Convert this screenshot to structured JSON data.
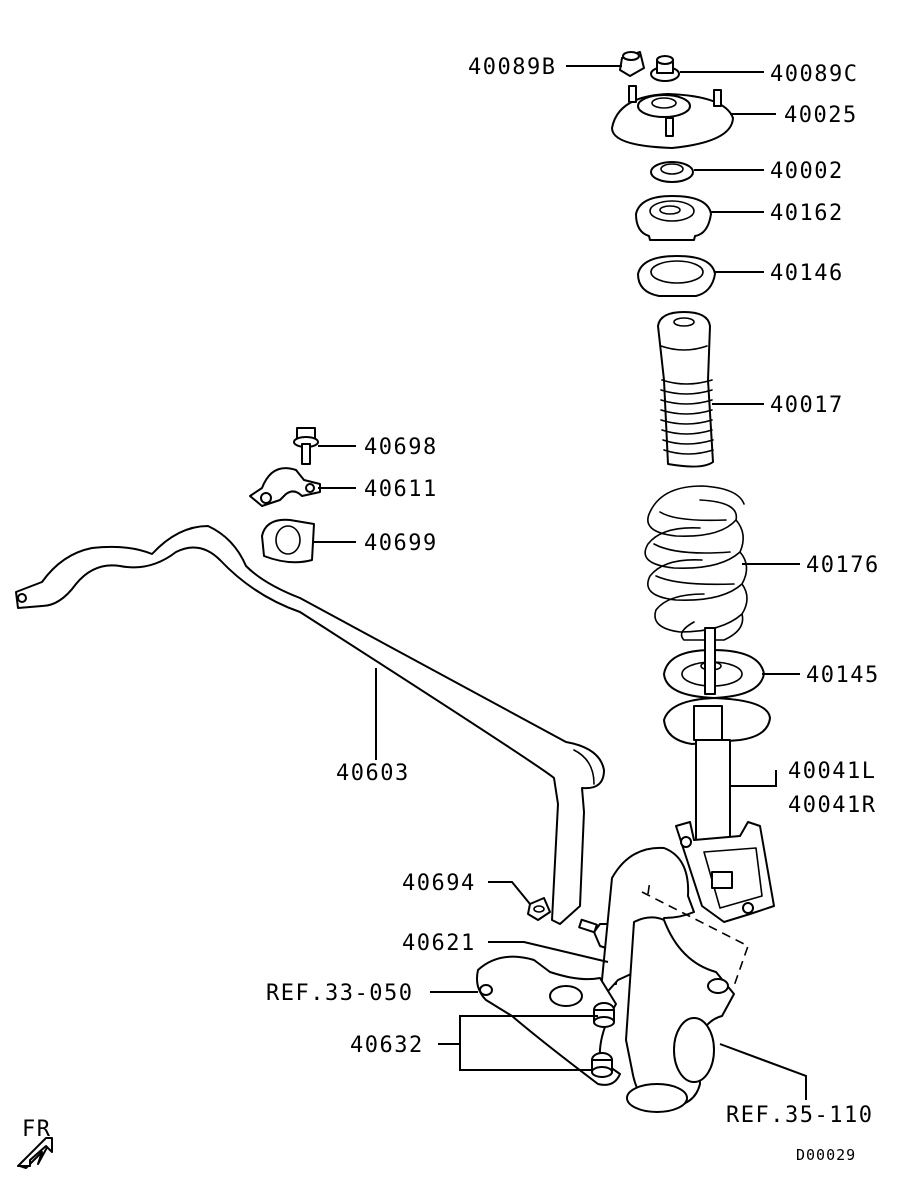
{
  "callouts": [
    {
      "id": "p40089b",
      "text": "40089B"
    },
    {
      "id": "p40089c",
      "text": "40089C"
    },
    {
      "id": "p40025",
      "text": "40025"
    },
    {
      "id": "p40002",
      "text": "40002"
    },
    {
      "id": "p40162",
      "text": "40162"
    },
    {
      "id": "p40146",
      "text": "40146"
    },
    {
      "id": "p40017",
      "text": "40017"
    },
    {
      "id": "p40698",
      "text": "40698"
    },
    {
      "id": "p40611",
      "text": "40611"
    },
    {
      "id": "p40699",
      "text": "40699"
    },
    {
      "id": "p40176",
      "text": "40176"
    },
    {
      "id": "p40145",
      "text": "40145"
    },
    {
      "id": "p40603",
      "text": "40603"
    },
    {
      "id": "p40041l",
      "text": "40041L"
    },
    {
      "id": "p40041r",
      "text": "40041R"
    },
    {
      "id": "p40694",
      "text": "40694"
    },
    {
      "id": "p40621",
      "text": "40621"
    },
    {
      "id": "ref33050",
      "text": "REF.33-050"
    },
    {
      "id": "p40632",
      "text": "40632"
    },
    {
      "id": "ref35110",
      "text": "REF.35-110"
    }
  ],
  "direction_label": "FR",
  "diagram_code": "D00029"
}
